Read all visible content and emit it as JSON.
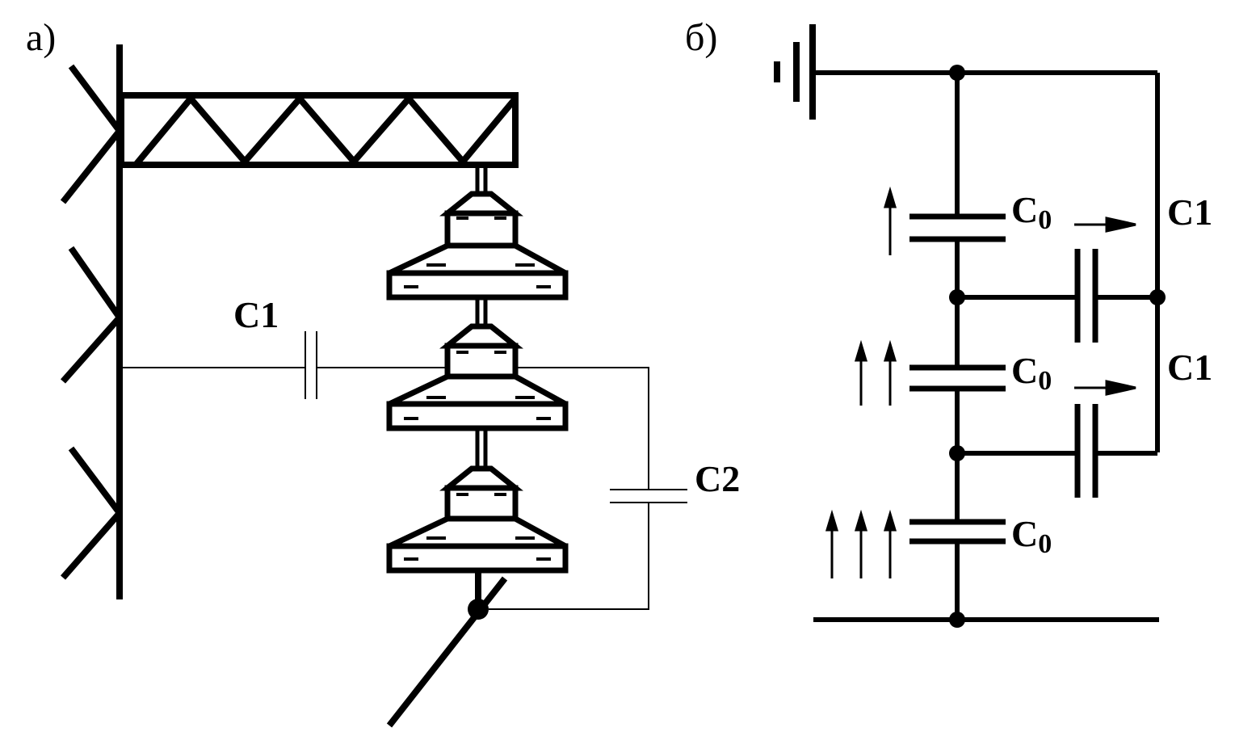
{
  "panel_a": {
    "label": "а)",
    "c1_label": "C1",
    "c2_label": "C2"
  },
  "panel_b": {
    "label": "б)",
    "c0_labels": [
      {
        "main": "C",
        "sub": "0"
      },
      {
        "main": "C",
        "sub": "0"
      },
      {
        "main": "C",
        "sub": "0"
      }
    ],
    "c1_labels": [
      "C1",
      "C1"
    ]
  },
  "colors": {
    "line": "#000000",
    "background": "#ffffff"
  }
}
